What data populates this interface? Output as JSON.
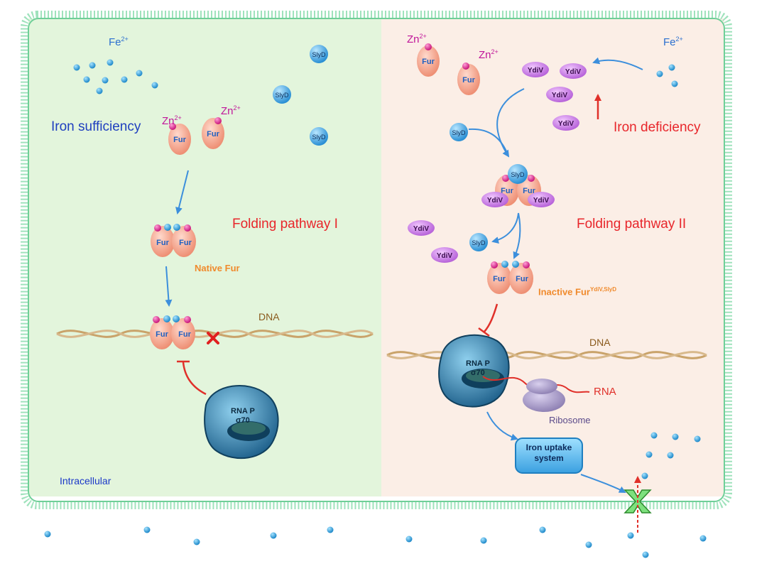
{
  "left_panel": {
    "ion_label": "Fe",
    "ion_charge": "2+",
    "zn_label": "Zn",
    "zn_charge": "2+",
    "condition": "Iron sufficiency",
    "pathway": "Folding pathway I",
    "native_fur": "Native Fur",
    "dna": "DNA",
    "compartment": "Intracellular",
    "rnap_line1": "RNA P",
    "rnap_line2": "σ70"
  },
  "right_panel": {
    "ion_label": "Fe",
    "ion_charge": "2+",
    "zn_label": "Zn",
    "zn_charge": "2+",
    "condition": "Iron deficiency",
    "pathway": "Folding pathway II",
    "inactive_fur": "Inactive Fur",
    "inactive_fur_superscript": "YdiV,SlyD",
    "dna": "DNA",
    "rna": "RNA",
    "ribosome": "Ribosome",
    "rnap_line1": "RNA P",
    "rnap_line2": "σ70",
    "uptake_line1": "Iron uptake",
    "uptake_line2": "system"
  },
  "molecules": {
    "fur": "Fur",
    "slyd": "SlyD",
    "ydiv": "YdiV"
  },
  "colors": {
    "left_bg": "#e3f5dc",
    "right_bg": "#fbeee6",
    "membrane": "#8fdcb0",
    "fur": "#f4a38a",
    "zinc": "#e0268a",
    "iron": "#2a9fd8",
    "slyd": "#3aa6e0",
    "ydiv": "#c86ee0",
    "rnap": "#2f7fa8",
    "ribosome": "#a89cc4",
    "arrow_blue": "#3c8fdc",
    "inhibit_red": "#e0302a"
  }
}
